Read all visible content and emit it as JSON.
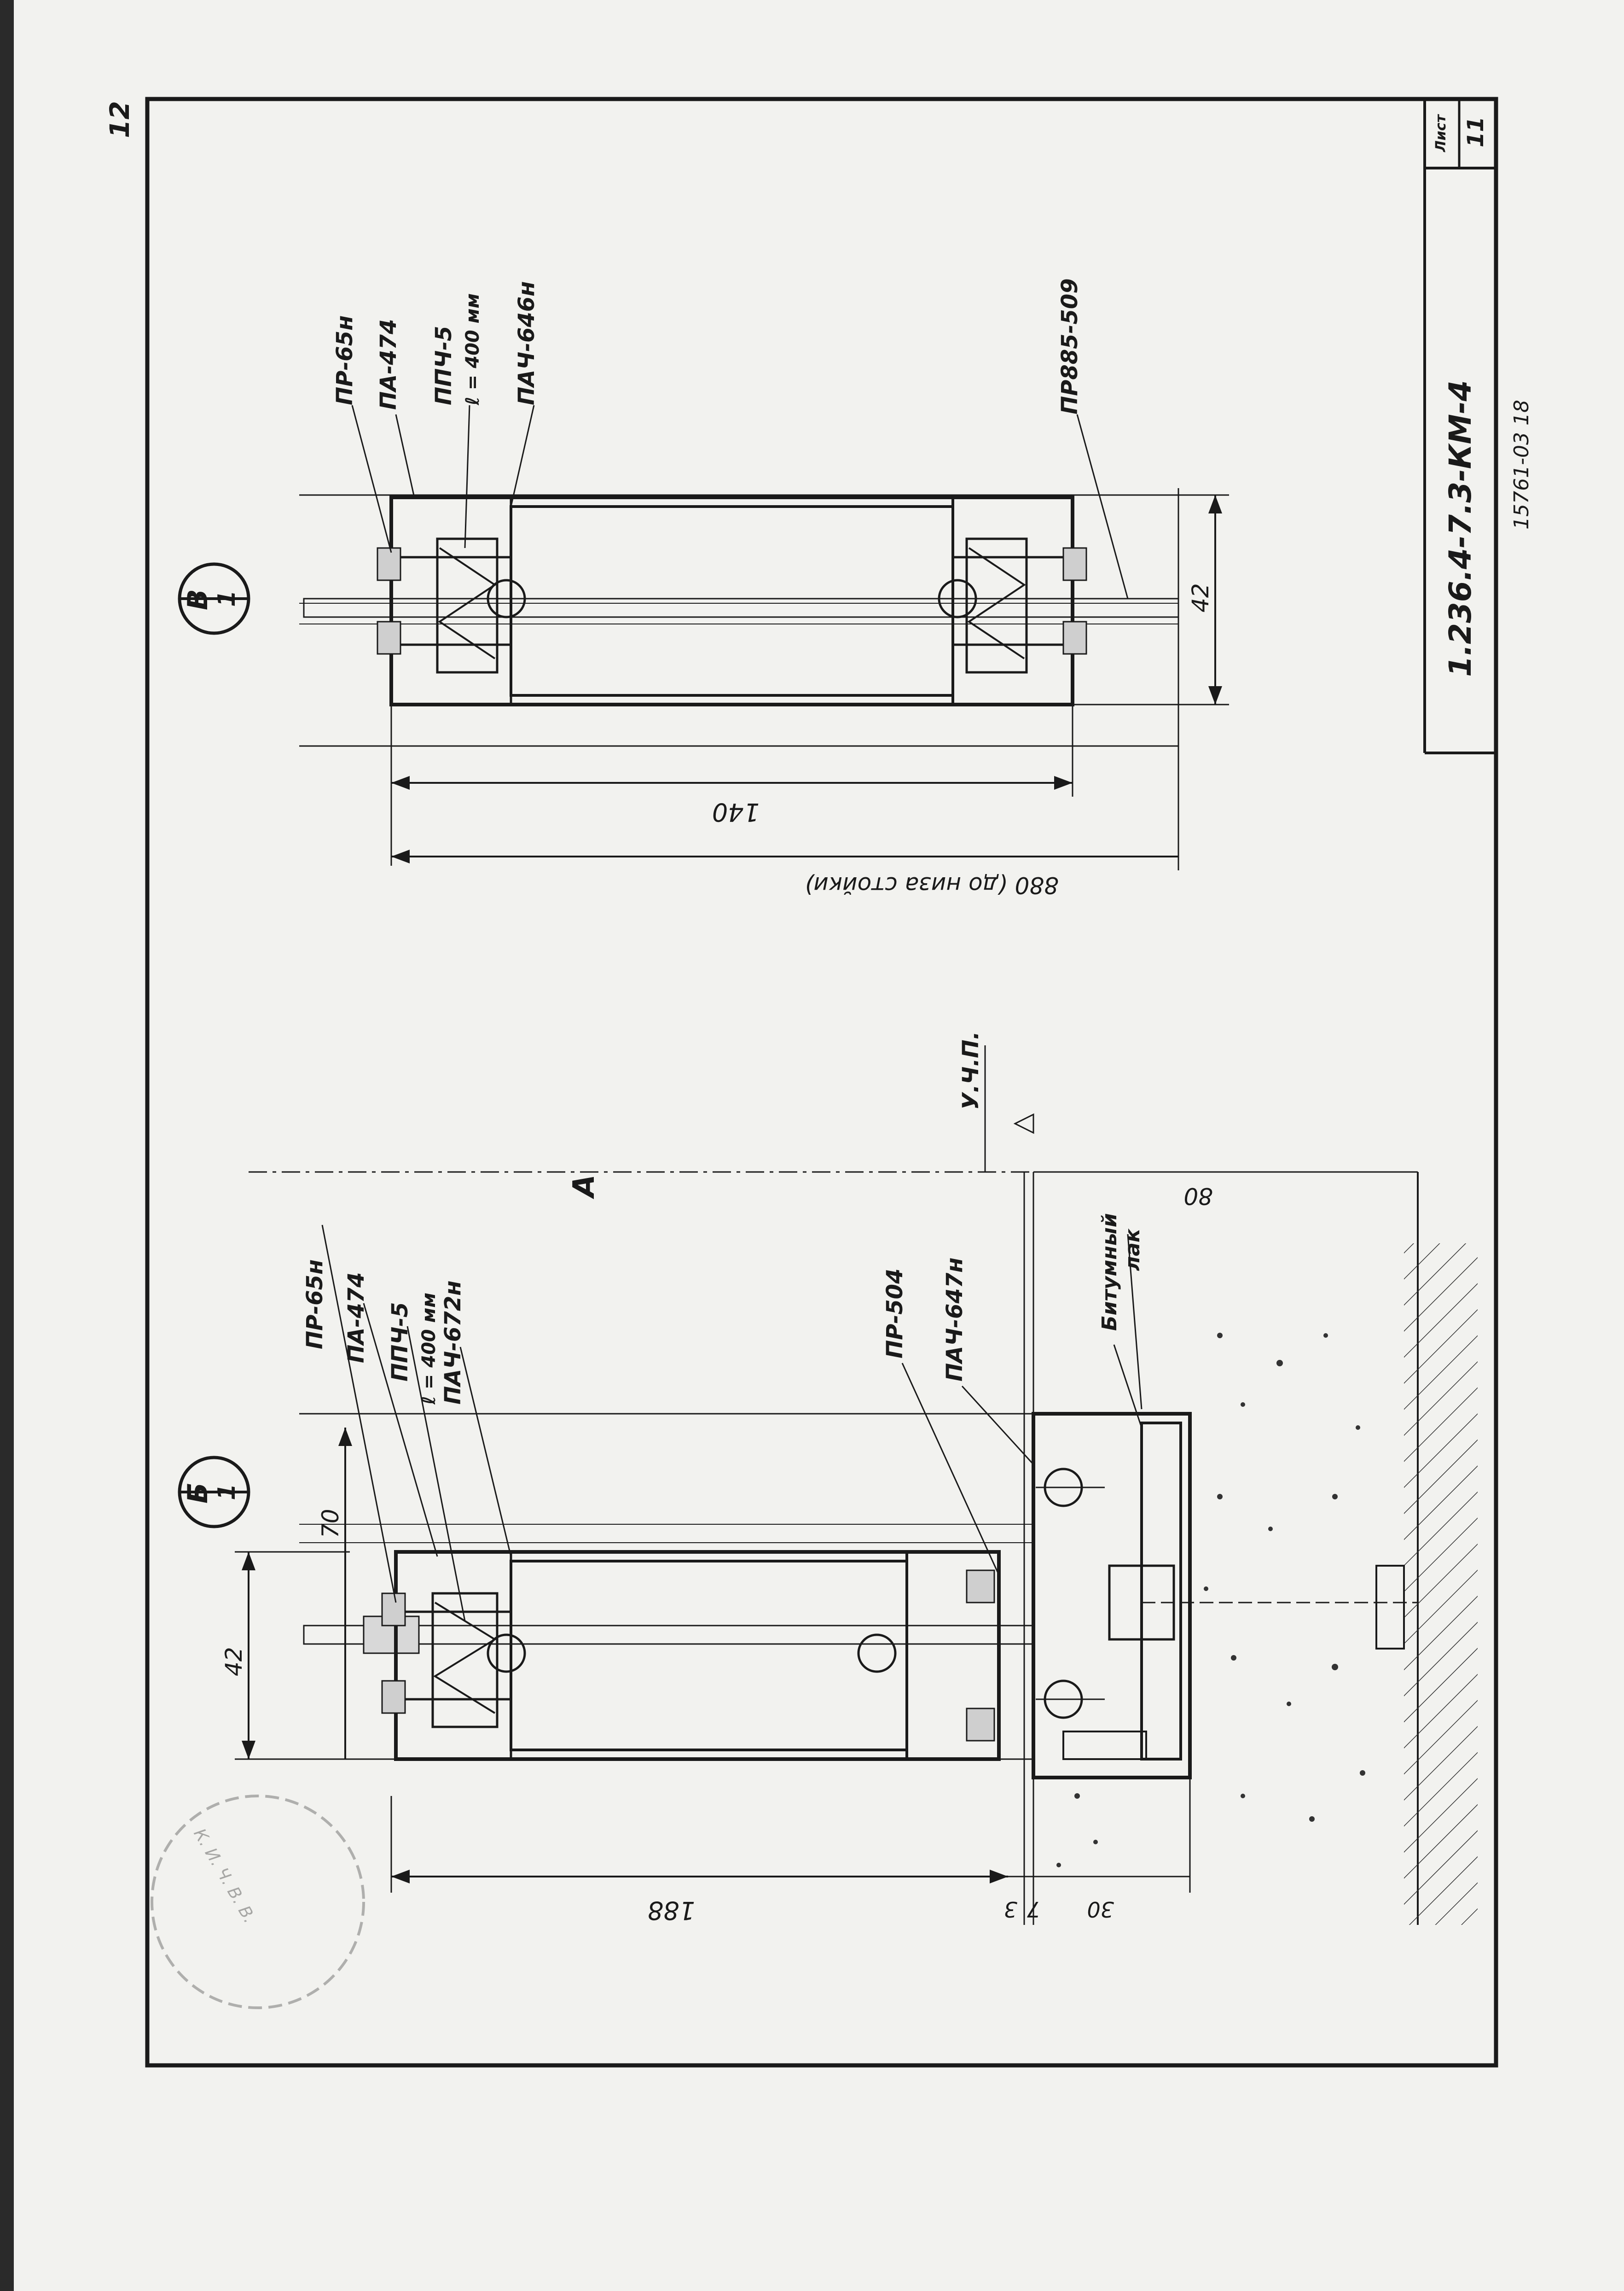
{
  "sheet": {
    "page_number": "12",
    "sheet_label": "Лист",
    "sheet_number": "11",
    "document_code": "1.236.4-7.3-КМ-4",
    "inventory_number": "15761-03 18"
  },
  "detail_b": {
    "marker_top": "Б",
    "marker_bottom": "1",
    "labels": [
      "ПР-65н",
      "ПА-474",
      "ППЧ-5",
      "ℓ = 400 мм",
      "ПАЧ-672н",
      "ПР-504",
      "ПАЧ-647н"
    ],
    "level_mark": "У.Ч.П.",
    "view_mark": "А",
    "bitumen_label_1": "Битумный",
    "bitumen_label_2": "лак",
    "dims": {
      "d_42": "42",
      "d_70": "70",
      "d_188": "188",
      "d_3": "3",
      "d_7": "7",
      "d_30": "30",
      "d_80": "80"
    }
  },
  "detail_v": {
    "marker_top": "В",
    "marker_bottom": "1",
    "labels": [
      "ПР-65н",
      "ПА-474",
      "ППЧ-5",
      "ℓ = 400 мм",
      "ПАЧ-646н",
      "ПР885-509"
    ],
    "dims": {
      "d_42": "42",
      "d_140": "140",
      "d_880": "880 (до низа стойки)"
    }
  },
  "stamp_text": "К. И. Ч. В. В."
}
